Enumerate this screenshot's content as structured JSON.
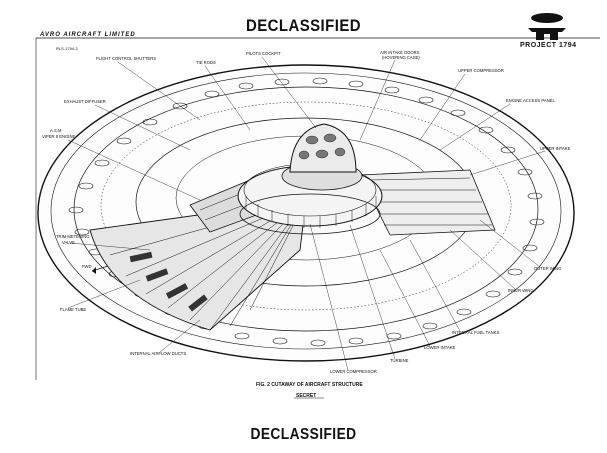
{
  "header": {
    "declassified_top": "DECLASSIFIED",
    "company": "AVRO AIRCRAFT LIMITED",
    "doc_number": "RLS-1794-3",
    "project": "PROJECT 1794"
  },
  "labels": {
    "flight_control_shutters": "FLIGHT CONTROL SHUTTERS",
    "tie_rods": "TIE RODS",
    "pilots_cockpit": "PILOTS COCKPIT",
    "air_intake_doors": "AIR INTAKE DOORS",
    "air_intake_doors_2": "(HOVERING CASE)",
    "upper_compressor": "UPPER COMPRESSOR",
    "engine_access_panel": "ENGINE ACCESS PANEL",
    "exhaust_diffuser": "EXHAUST DIFFUSER",
    "asm": "A.S.M.",
    "viper_engine": "VIPER 8 ENGINE",
    "upper_intake": "UPPER INTAKE",
    "trim_metering_valve": "TRIM METERING",
    "trim_metering_valve_2": "VALVE",
    "fwd": "FWD",
    "outer_wing": "OUTER WING",
    "inner_wing": "INNER WING",
    "flame_tube": "FLAME TUBE",
    "integral_fuel_tanks": "INTEGRAL FUEL TANKS",
    "internal_airflow_ducts": "INTERNAL AIRFLOW DUCTS",
    "lower_intake": "LOWER INTAKE",
    "turbine": "TURBINE",
    "lower_compressor": "LOWER COMPRESSOR"
  },
  "caption": {
    "figure": "FIG. 2  CUTAWAY OF AIRCRAFT STRUCTURE",
    "classification": "SECRET"
  },
  "footer": {
    "declassified_bottom": "DECLASSIFIED"
  }
}
